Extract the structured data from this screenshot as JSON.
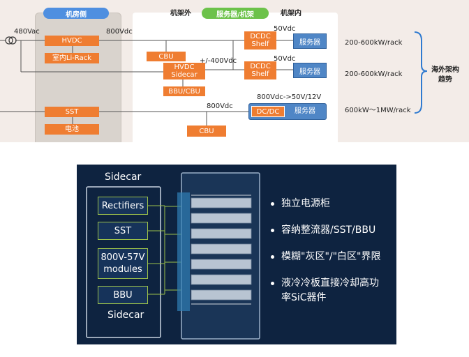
{
  "top_diagram": {
    "headers": {
      "room_side": "机房侧",
      "outside_rack": "机架外",
      "server_rack": "服务器/机架",
      "inside_rack": "机架内"
    },
    "voltages": {
      "ac_in": "480Vac",
      "hvdc_out": "800Vdc",
      "sidecar_out": "+/-400Vdc",
      "shelf1_in": "50Vdc",
      "shelf2_in": "50Vdc",
      "cbu_bottom_in": "800Vdc",
      "dcdc_conversion": "800Vdc->50V/12V"
    },
    "boxes": {
      "hvdc": "HVDC",
      "li_rack": "室内Li-Rack",
      "sst": "SST",
      "battery": "电池",
      "cbu_top": "CBU",
      "hvdc_sidecar": "HVDC\nSidecar",
      "bbu_cbu": "BBU/CBU",
      "cbu_bottom": "CBU",
      "dcdc_shelf_1": "DCDC\nShelf",
      "dcdc_shelf_2": "DCDC\nShelf",
      "dcdc_3": "DC/DC",
      "server_1": "服务器",
      "server_2": "服务器",
      "server_3": "服务器"
    },
    "power_levels": [
      "200-600kW/rack",
      "200-600kW/rack",
      "600kW～1MW/rack"
    ],
    "trend_label": "海外架构\n趋势",
    "colors": {
      "orange": "#ef7d31",
      "blue": "#4f86c6",
      "pill_blue": "#4f8fe0",
      "pill_green": "#6cc24a"
    }
  },
  "bottom_slide": {
    "sidecar_title": "Sidecar",
    "sidecar_footer": "Sidecar",
    "modules": [
      "Rectifiers",
      "SST",
      "800V-57V\nmodules",
      "BBU"
    ],
    "bullets": [
      "独立电源柜",
      "容纳整流器/SST/BBU",
      "模糊\"灰区\"/\"白区\"界限",
      "液冷冷板直接冷却高功\n率SiC器件"
    ],
    "colors": {
      "background": "#0e2340",
      "module_border": "#9cc14a"
    }
  }
}
